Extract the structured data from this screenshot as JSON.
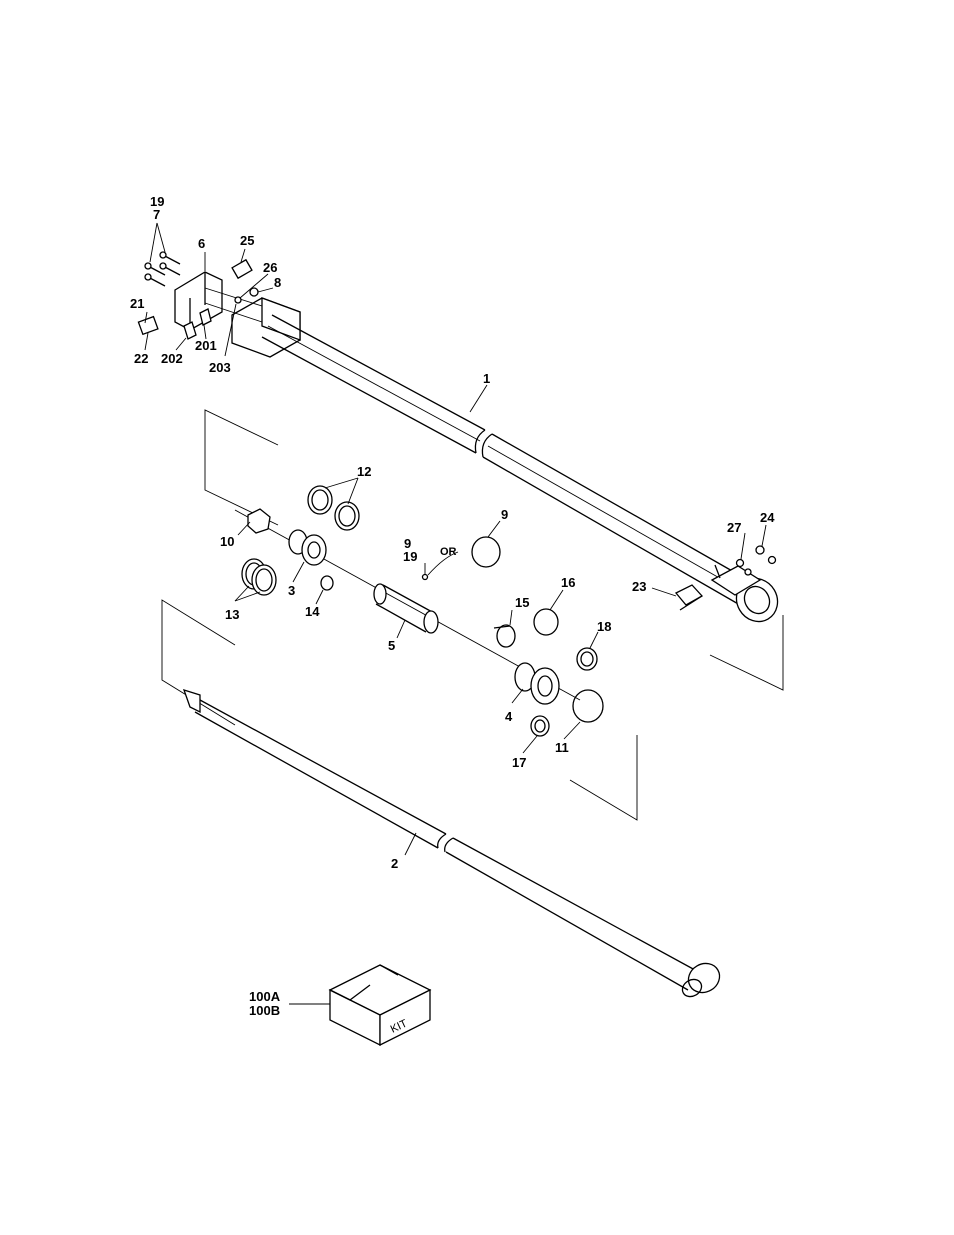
{
  "labels": {
    "l1": "1",
    "l2": "2",
    "l3": "3",
    "l4": "4",
    "l5": "5",
    "l6": "6",
    "l7": "7",
    "l8": "8",
    "l9a": "9",
    "l9b": "9",
    "l10": "10",
    "l11": "11",
    "l12": "12",
    "l13": "13",
    "l14": "14",
    "l15": "15",
    "l16": "16",
    "l17": "17",
    "l18": "18",
    "l19a": "19",
    "l19b": "19",
    "l21": "21",
    "l22": "22",
    "l23": "23",
    "l24": "24",
    "l25": "25",
    "l26": "26",
    "l27": "27",
    "l100a": "100A",
    "l100b": "100B",
    "l201": "201",
    "l202": "202",
    "l203": "203"
  },
  "or_text": "OR",
  "kit_text": "KIT"
}
